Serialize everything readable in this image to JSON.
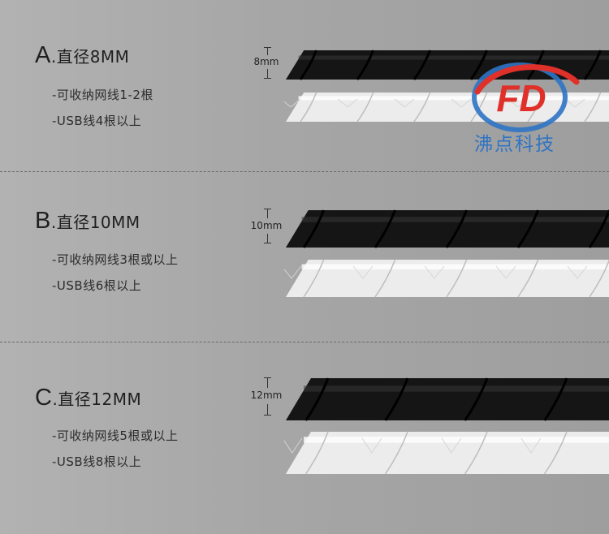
{
  "sections": [
    {
      "letter": "A",
      "title": ".直径8MM",
      "lines": [
        "-可收纳网线1-2根",
        "-USB线4根以上"
      ],
      "dimension": "8mm"
    },
    {
      "letter": "B",
      "title": ".直径10MM",
      "lines": [
        "-可收纳网线3根或以上",
        "-USB线6根以上"
      ],
      "dimension": "10mm"
    },
    {
      "letter": "C",
      "title": ".直径12MM",
      "lines": [
        "-可收纳网线5根或以上",
        "-USB线8根以上"
      ],
      "dimension": "12mm"
    }
  ],
  "watermark": {
    "logo_letters": "FD",
    "company": "沸点科技"
  },
  "colors": {
    "black_tube": "#151515",
    "white_tube": "#ececec",
    "logo_red": "#e0302a",
    "logo_blue": "#2e74c4",
    "background": "#a7a7a7"
  }
}
